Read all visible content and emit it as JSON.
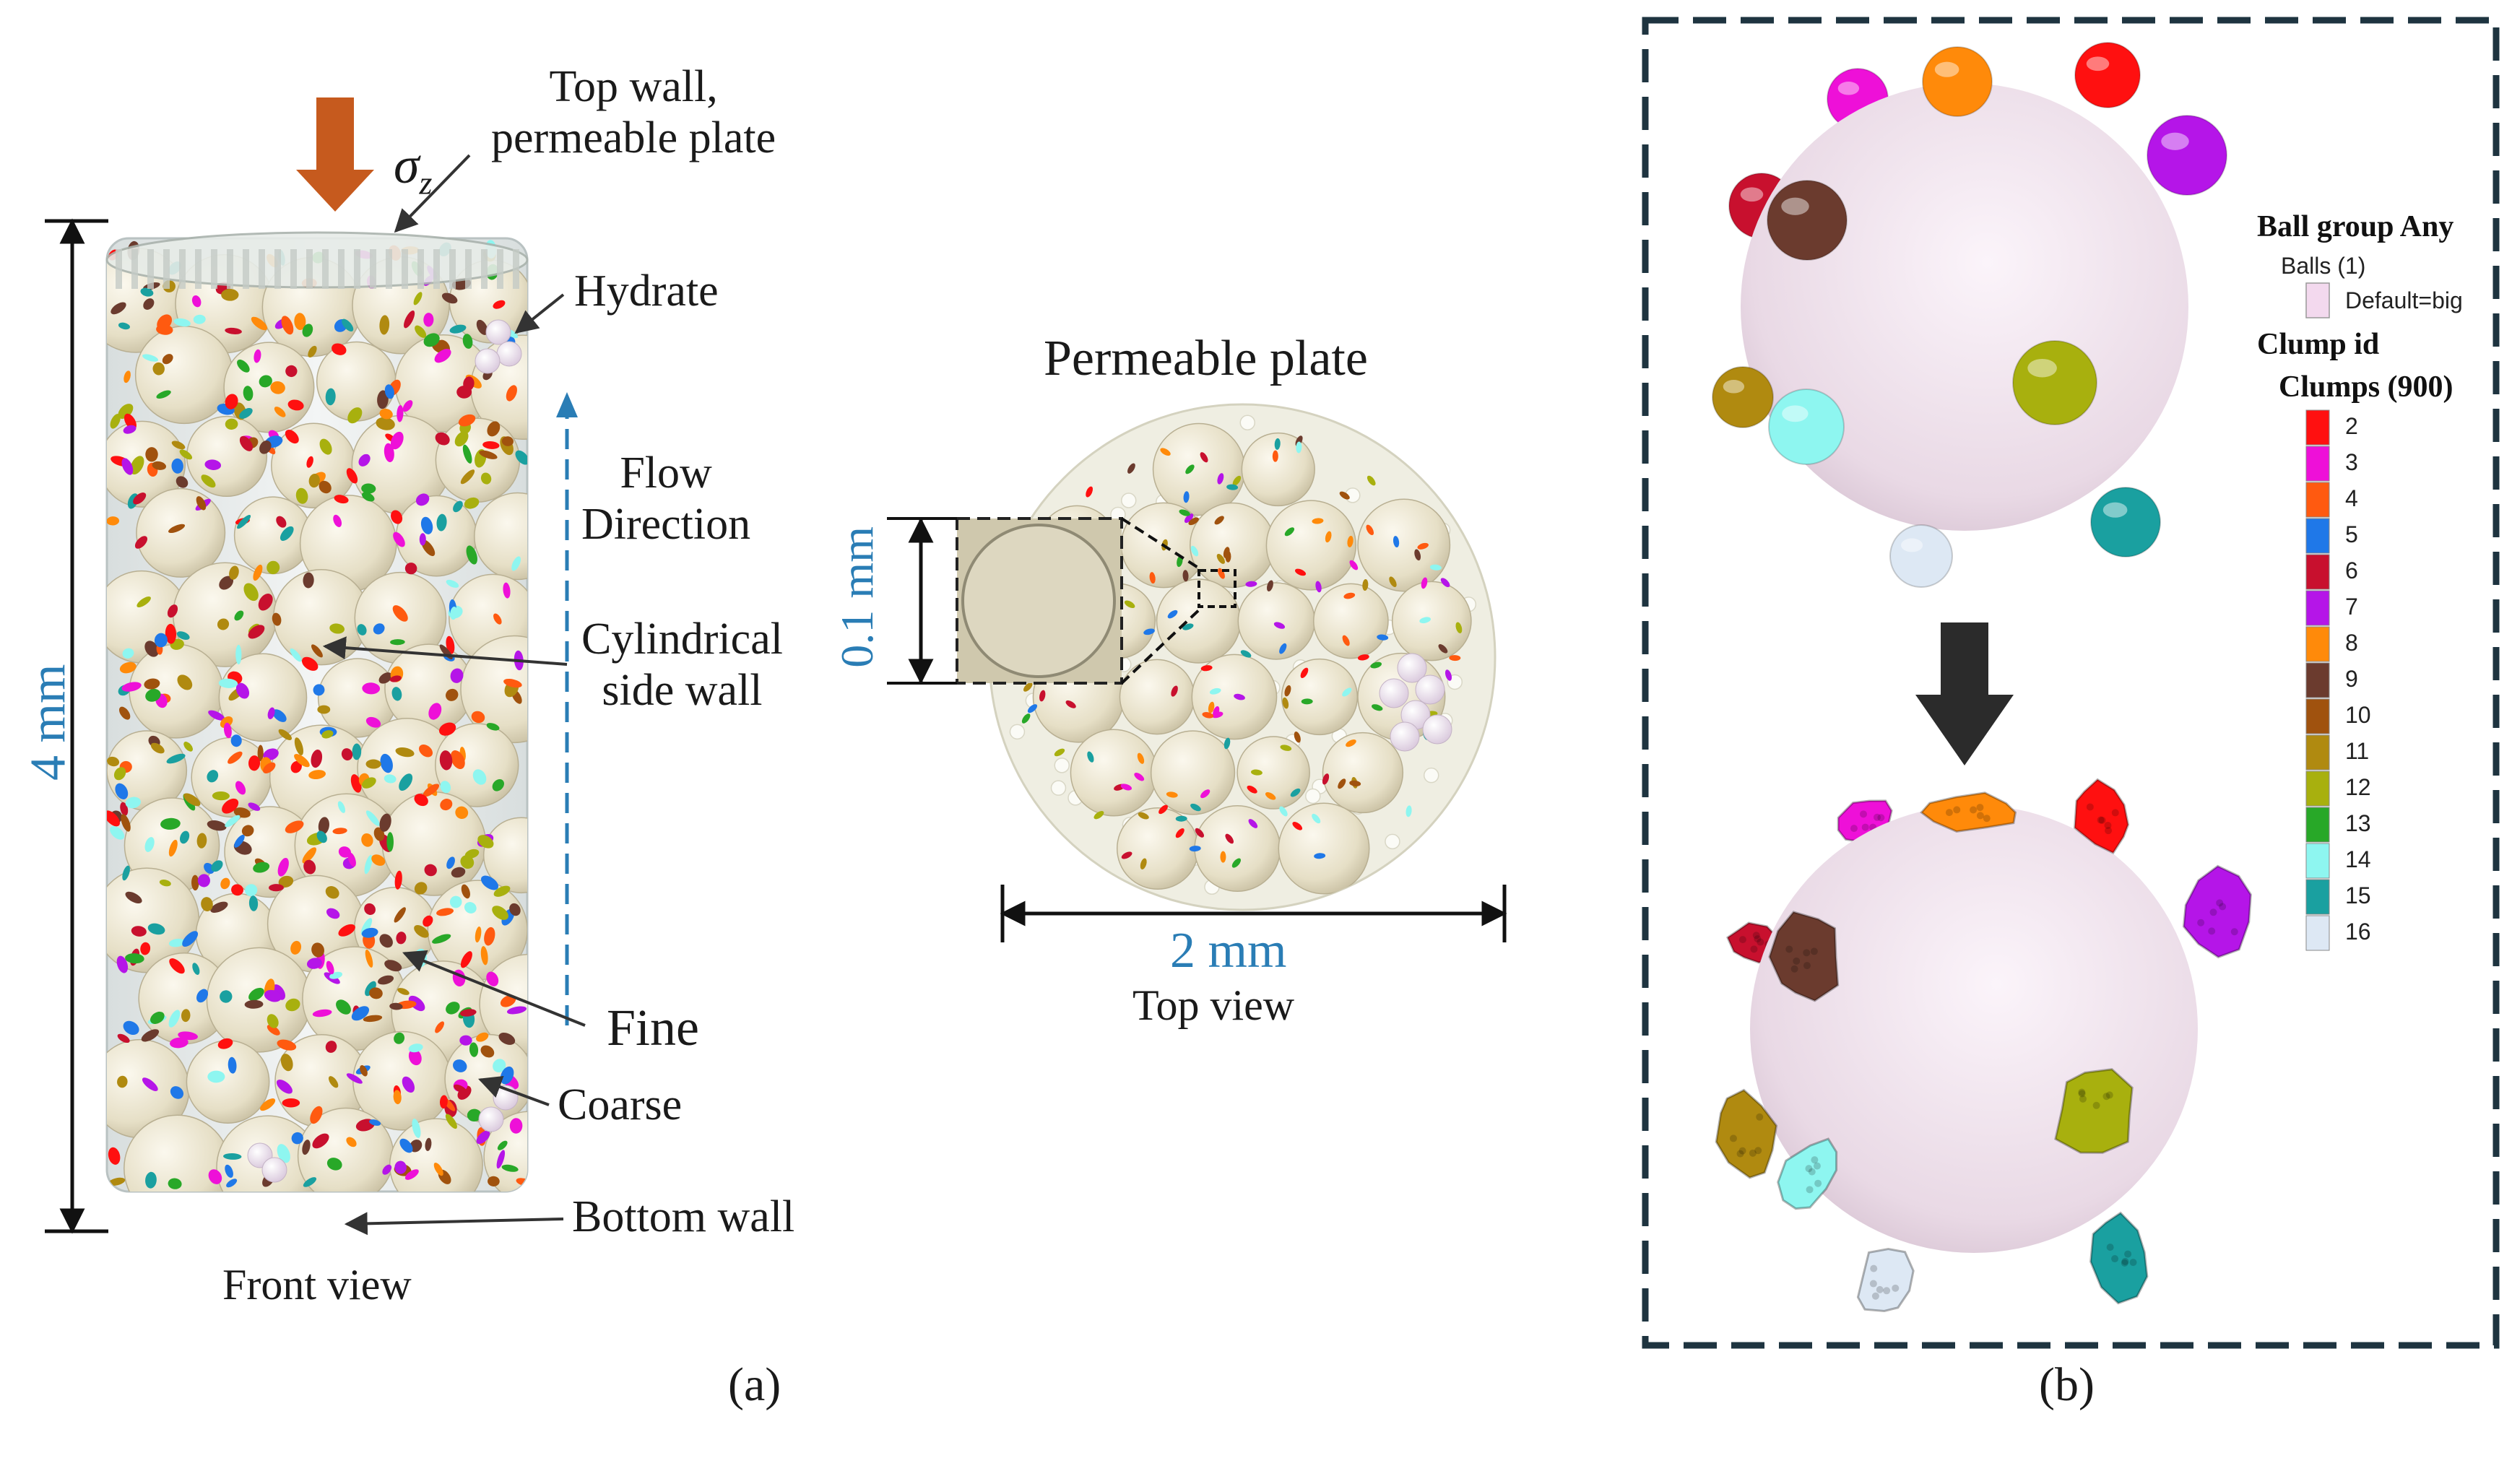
{
  "panel_a": {
    "caption": "(a)",
    "sigma_symbol": "σ",
    "sigma_subscript": "z",
    "labels": {
      "top_wall_line1": "Top wall,",
      "top_wall_line2": "permeable plate",
      "hydrate": "Hydrate",
      "flow_line1": "Flow",
      "flow_line2": "Direction",
      "side_wall_line1": "Cylindrical",
      "side_wall_line2": "side wall",
      "fine": "Fine",
      "coarse": "Coarse",
      "bottom_wall": "Bottom wall",
      "front_view": "Front view",
      "height_dim": "4 mm",
      "permeable_plate": "Permeable plate",
      "plate_thickness": "0.1 mm",
      "width_dim": "2 mm",
      "top_view": "Top view"
    },
    "colors": {
      "load_arrow": "#c65a1e",
      "dimension_blue": "#2a7db5",
      "coarse_particle": "#e9e3cc",
      "hydrate_particle": "#ede2ee"
    }
  },
  "panel_b": {
    "caption": "(b)",
    "legend": {
      "ball_group_title": "Ball group Any",
      "balls_label": "Balls (1)",
      "default_label": "Default=big",
      "default_color": "#f3d9ee",
      "clump_title": "Clump id",
      "clumps_label": "Clumps (900)",
      "items": [
        {
          "id": "2",
          "color": "#ff1010"
        },
        {
          "id": "3",
          "color": "#ee10d8"
        },
        {
          "id": "4",
          "color": "#ff5a10"
        },
        {
          "id": "5",
          "color": "#1f78e8"
        },
        {
          "id": "6",
          "color": "#c8102e"
        },
        {
          "id": "7",
          "color": "#b515e8"
        },
        {
          "id": "8",
          "color": "#ff8a0a"
        },
        {
          "id": "9",
          "color": "#6b3b2e"
        },
        {
          "id": "10",
          "color": "#a0520e"
        },
        {
          "id": "11",
          "color": "#b08a10"
        },
        {
          "id": "12",
          "color": "#a8b00e"
        },
        {
          "id": "13",
          "color": "#28a828"
        },
        {
          "id": "14",
          "color": "#8ef6f0"
        },
        {
          "id": "15",
          "color": "#1aa0a0"
        },
        {
          "id": "16",
          "color": "#dde8f4"
        }
      ]
    },
    "colors": {
      "big_ball": "#eadbe6",
      "frame": "#1e3440",
      "arrow": "#2b2b2b"
    }
  }
}
